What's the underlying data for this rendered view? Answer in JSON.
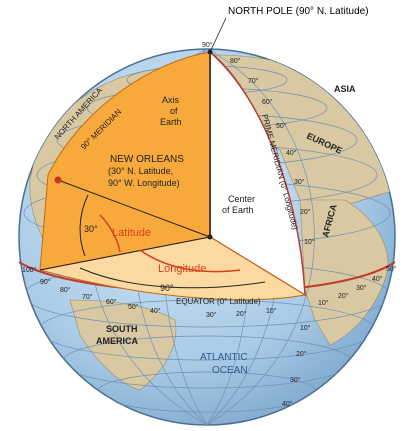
{
  "diagram": {
    "north_pole_label": "NORTH POLE (90° N. Latitude)",
    "axis_label_line1": "Axis",
    "axis_label_line2": "of",
    "axis_label_line3": "Earth",
    "center_label_line1": "Center",
    "center_label_line2": "of Earth",
    "city_label_line1": "NEW ORLEANS",
    "city_label_line2": "(30° N. Latitude,",
    "city_label_line3": "90° W. Longitude)",
    "latitude_label": "Latitude",
    "longitude_label": "Longitude",
    "lat_angle_label": "30°",
    "lon_angle_label": "90°",
    "equator_label": "EQUATOR (0° Latitude)",
    "meridian_90_label": "90° MERIDIAN",
    "prime_meridian_label": "PRIME MERIDIAN (0° Longitude)",
    "continents": {
      "north_america": "NORTH AMERICA",
      "south_america_line1": "SOUTH",
      "south_america_line2": "AMERICA",
      "asia": "ASIA",
      "europe": "EUROPE",
      "africa": "AFRICA",
      "atlantic_line1": "ATLANTIC",
      "atlantic_line2": "OCEAN"
    },
    "degree_marks": {
      "pole": "90°",
      "lat80": "80°",
      "lat70": "70°",
      "lat60": "60°",
      "lat50": "50°",
      "lat40": "40°",
      "lat30": "30°",
      "lat20": "20°",
      "lat10": "10°",
      "equator_left": "100°",
      "eq90": "90°",
      "eq80": "80°",
      "eq70": "70°",
      "eq60": "60°",
      "eq50": "50°",
      "eq40": "40°",
      "eq30": "30°",
      "eq20": "20°",
      "eq10": "10°",
      "eq_right10": "10°",
      "eq_right20": "20°",
      "eq_right30": "30°",
      "eq_right40": "40°",
      "eq_right50": "50°",
      "south10": "10°",
      "south20": "20°",
      "south30": "30°",
      "south40": "40°"
    },
    "colors": {
      "ocean": "#a9cbe6",
      "land": "#d9c9a3",
      "wedge": "#f7a93b",
      "wedge_light": "#fbd9a0",
      "equator": "#c0392b",
      "latitude_arc": "#d9401f"
    }
  }
}
